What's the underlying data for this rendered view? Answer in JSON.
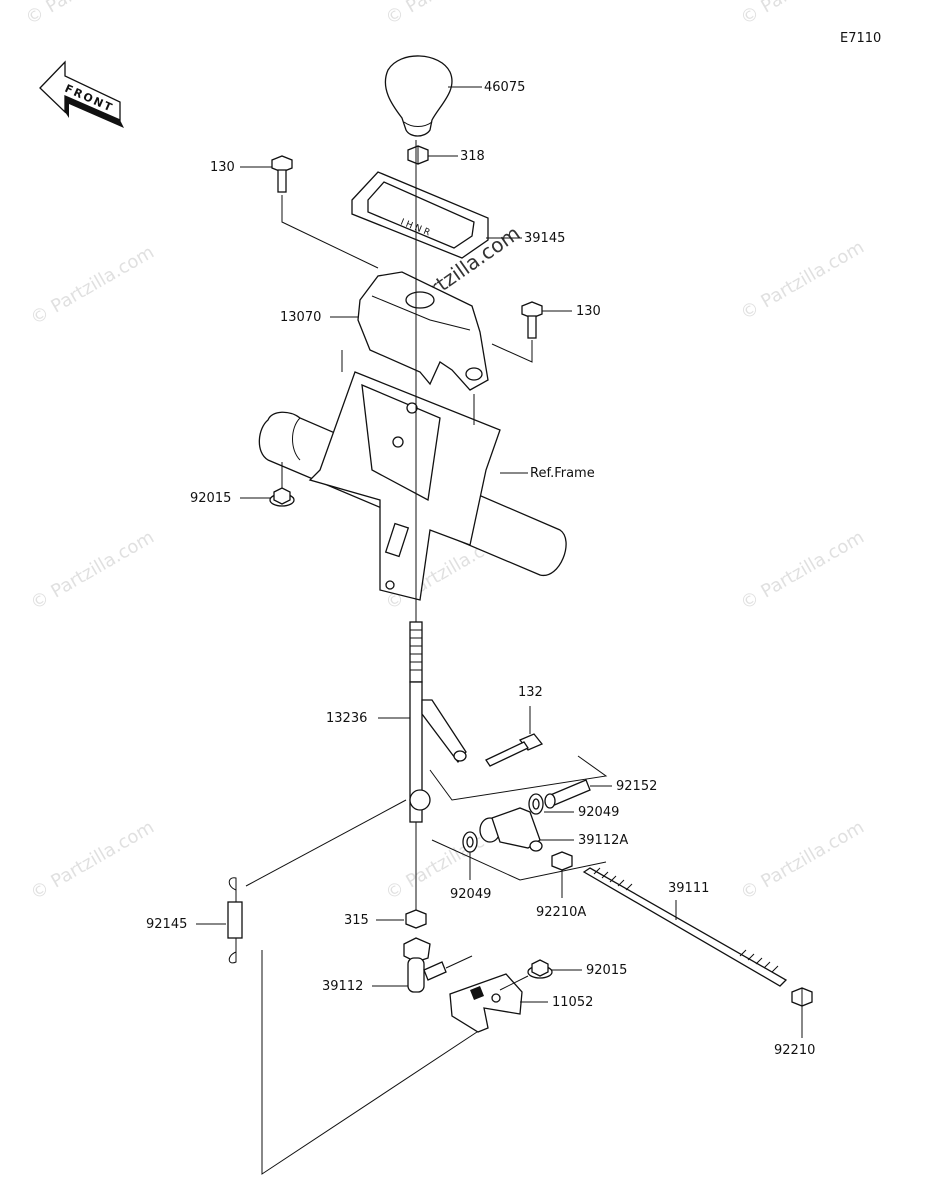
{
  "diagram_code": "E7110",
  "front_label": "FRONT",
  "watermark": "© Partzilla.com",
  "colors": {
    "ink": "#111111",
    "watermark": "#c8c8c8",
    "paper": "#ffffff"
  },
  "labels": {
    "p46075": "46075",
    "p318": "318",
    "p130a": "130",
    "p39145": "39145",
    "p13070": "13070",
    "p130b": "130",
    "ref_frame": "Ref.Frame",
    "p92015a": "92015",
    "p132": "132",
    "p13236": "13236",
    "p92152": "92152",
    "p92049a": "92049",
    "p39112a": "39112A",
    "p92049b": "92049",
    "p92210a": "92210A",
    "p39111": "39111",
    "p92145": "92145",
    "p315": "315",
    "p92015b": "92015",
    "p39112": "39112",
    "p11052": "11052",
    "p92210": "92210"
  }
}
